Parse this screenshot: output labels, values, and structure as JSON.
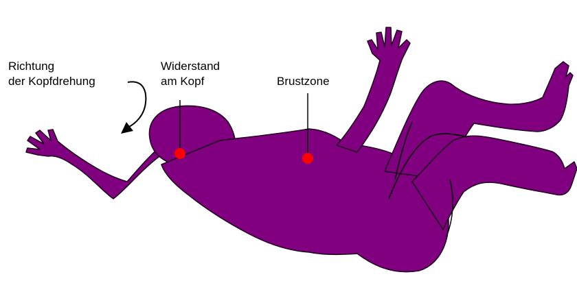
{
  "labels": {
    "rotation_line1": "Richtung",
    "rotation_line2": "der Kopfdrehung",
    "head_line1": "Widerstand",
    "head_line2": "am Kopf",
    "chest": "Brustzone"
  },
  "colors": {
    "body": "#800080",
    "point": "#ff0000",
    "text": "#000000",
    "background": "#ffffff"
  },
  "icons": {
    "rotation_arrow": "curved-arrow-icon"
  }
}
